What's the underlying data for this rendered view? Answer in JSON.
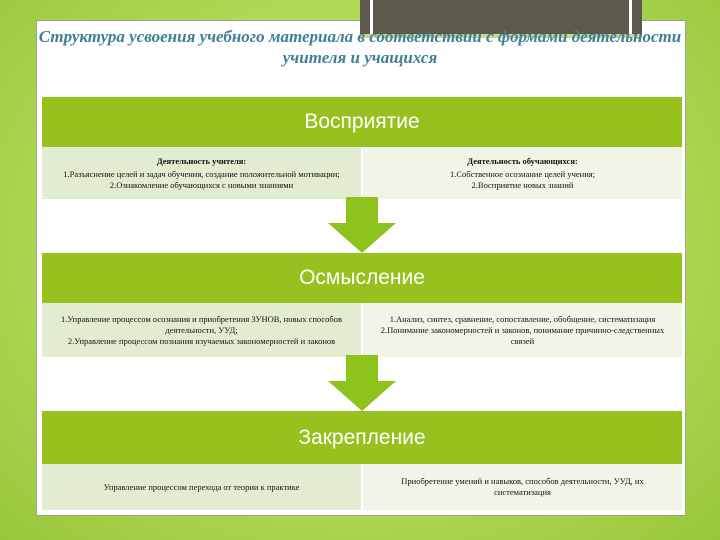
{
  "title": "Структура усвоения учебного материала в соответствии с формами деятельности учителя и учащихся",
  "colors": {
    "band": "#97c11f",
    "title": "#3f7f99",
    "cell_dark": "#e2ecd0",
    "cell_light": "#f0f5e8"
  },
  "stages": [
    {
      "name": "Восприятие",
      "teacher": {
        "heading": "Деятельность учителя:",
        "lines": [
          "1.Разъяснение целей и задач обучения, создание положительной мотивации;",
          "2.Ознакомление обучающихся с новыми знаниями"
        ]
      },
      "students": {
        "heading": "Деятельность обучающихся:",
        "lines": [
          "1.Собственное осознание целей учения;",
          "2.Восприятие новых знаний"
        ]
      }
    },
    {
      "name": "Осмысление",
      "teacher": {
        "lines": [
          "1.Управление процессом осознания и приобретения ЗУНОВ, новых способов деятельности, УУД;",
          "2.Управление процессом познания изучаемых закономерностей и законов"
        ]
      },
      "students": {
        "lines": [
          "1.Анализ, синтез, сравнение, сопоставление, обобщение, систематизация",
          "2.Понимание закономерностей и законов, понимание причинно-следственных связей"
        ]
      }
    },
    {
      "name": "Закрепление",
      "teacher": {
        "lines": [
          "Управление процессом перехода от теории к практике"
        ]
      },
      "students": {
        "lines": [
          "Приобретение умений и навыков, способов деятельности, УУД, их систематизация"
        ]
      }
    }
  ]
}
